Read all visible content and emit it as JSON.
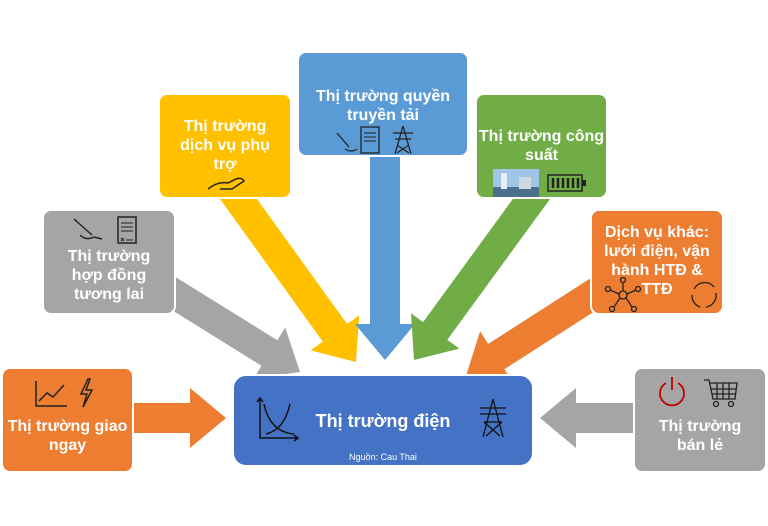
{
  "colors": {
    "orange": "#ED7D31",
    "gray": "#A5A5A5",
    "yellow": "#FFC000",
    "blue": "#5B9BD5",
    "green": "#70AD47",
    "center": "#4472C4"
  },
  "center": {
    "title": "Thị trường điện",
    "source": "Nguồn: Cau Thai"
  },
  "nodes": {
    "spot": "Thị trường giao ngay",
    "futures": "Thị trường hợp đồng tương lai",
    "ancillary": "Thị trường dịch vụ phụ trợ",
    "transmission": "Thị trường quyền truyền tải",
    "capacity": "Thị trường công suất",
    "other": "Dịch vụ khác: lưới điện, vận hành HTĐ & TTĐ",
    "retail": "Thị trường bán lẻ"
  }
}
